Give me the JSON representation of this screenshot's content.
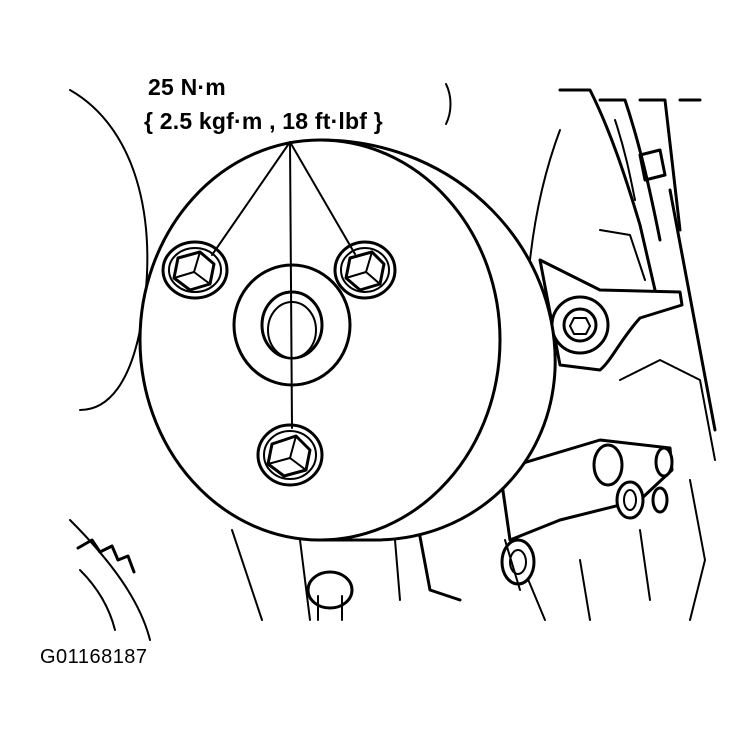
{
  "callout": {
    "torque_metric": "25 N·m",
    "torque_imperial": "{ 2.5 kgf·m , 18 ft·lbf }"
  },
  "figure": {
    "id": "G01168187"
  },
  "icons": [
    "pulley-icon",
    "bolt-icon",
    "bracket-icon"
  ]
}
